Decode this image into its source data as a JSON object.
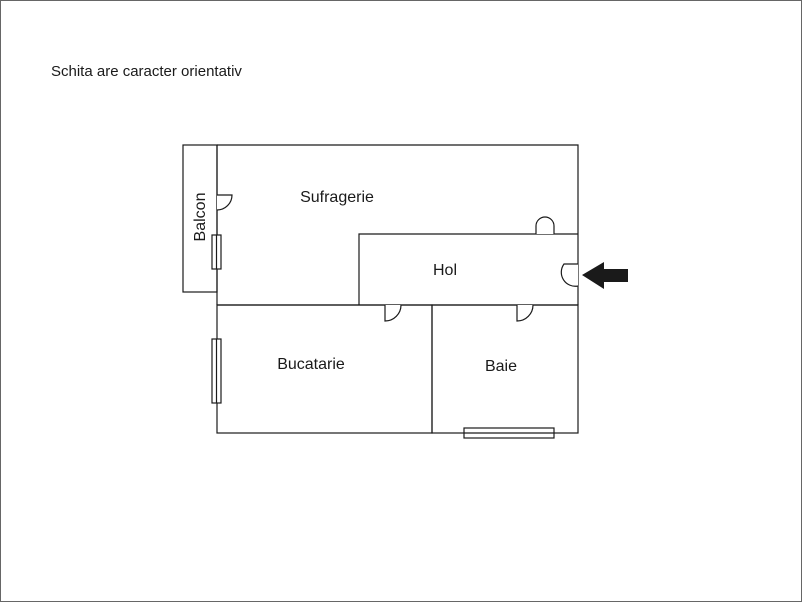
{
  "note": "Schita are caracter orientativ",
  "rooms": {
    "sufragerie": "Sufragerie",
    "hol": "Hol",
    "balcon": "Balcon",
    "bucatarie": "Bucatarie",
    "baie": "Baie"
  },
  "colors": {
    "line": "#1a1a1a",
    "arrow": "#1a1a1a",
    "frame": "#666666"
  },
  "icons": {
    "entrance": "arrow-left-icon"
  }
}
